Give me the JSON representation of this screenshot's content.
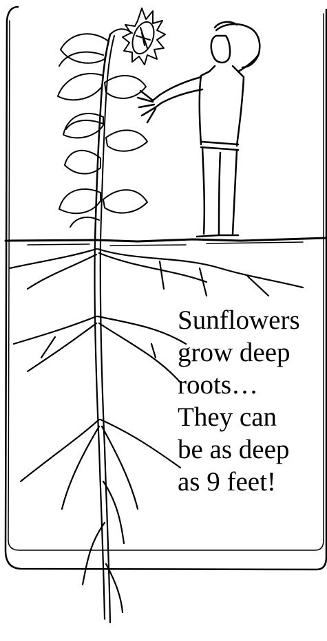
{
  "colors": {
    "ink": "#000000",
    "paper": "#ffffff"
  },
  "caption": {
    "lines": [
      "Sunflowers",
      "grow deep",
      "roots…",
      "They can",
      "be as deep",
      "as 9 feet!"
    ]
  }
}
